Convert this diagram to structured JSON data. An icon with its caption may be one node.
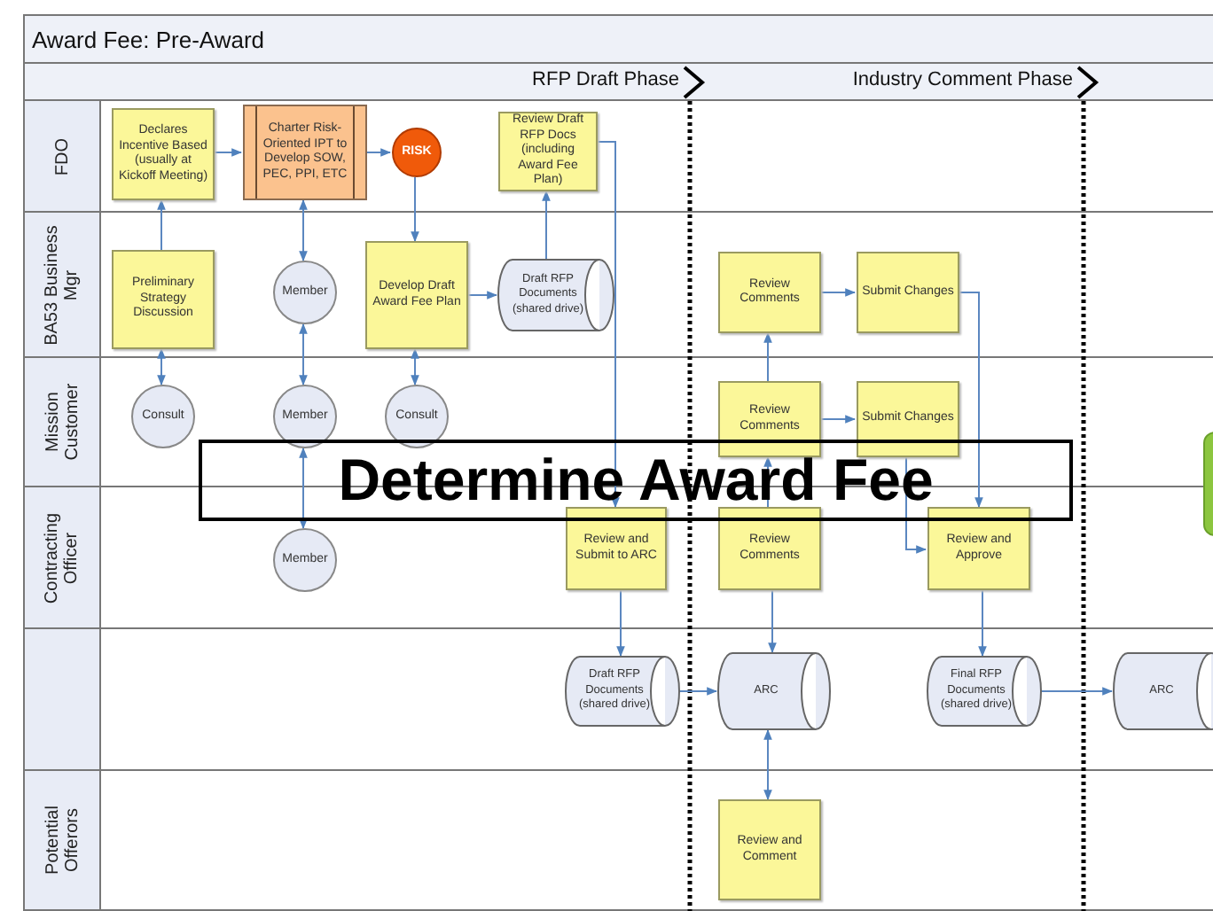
{
  "diagram": {
    "title": "Award Fee: Pre-Award",
    "nodes": [
      {
        "text": [
          "FDO"
        ]
      },
      {
        "text": [
          "Declares Incentive Based (usually at Kickoff Meeting)"
        ],
        "in": 0
      },
      {
        "text": [
          "Charter Risk-Oriented IPT to Develop SOW, PEC, PPI, ETC"
        ],
        "in": 0
      },
      {
        "text": [
          "RISK"
        ],
        "in": 0
      },
      {
        "text": [
          "Review Draft RFP Docs (including Award Fee Plan)"
        ],
        "in": 0
      },
      {
        "text": [
          "BA53 Business Mgr"
        ]
      },
      {
        "text": [
          "Preliminary Strategy Discussion"
        ],
        "in": 5
      },
      {
        "text": [
          "Member"
        ],
        "in": 5
      },
      {
        "text": [
          "Develop Draft Award Fee Plan"
        ],
        "in": 5
      },
      {
        "text": [
          "Draft RFP Documents (shared drive)"
        ],
        "in": 5
      },
      {
        "text": [
          "Review Comments"
        ],
        "in": 5
      },
      {
        "text": [
          "Submit Changes"
        ],
        "in": 5
      },
      {
        "text": [
          "Mission Customer"
        ]
      },
      {
        "text": [
          "Consult"
        ],
        "in": 12
      },
      {
        "text": [
          "Member"
        ],
        "in": 12
      },
      {
        "text": [
          "Consult"
        ],
        "in": 12
      },
      {
        "text": [
          "Review Comments"
        ],
        "in": 12
      },
      {
        "text": [
          "Submit Changes"
        ],
        "in": 12
      },
      {
        "text": [
          "Contracting Officer"
        ]
      },
      {
        "text": [
          "Member"
        ],
        "in": 18
      },
      {
        "text": [
          "Review and Submit to ARC"
        ],
        "in": 18
      },
      {
        "text": [
          "Review Comments"
        ],
        "in": 18
      },
      {
        "text": [
          "Review and Approve"
        ],
        "in": 18
      },
      {
        "text": [],
        "shape": "band"
      },
      {
        "text": [
          "Draft RFP Documents (shared drive)"
        ],
        "in": 23
      },
      {
        "text": [
          "ARC"
        ],
        "in": 23
      },
      {
        "text": [
          "Final RFP Documents (shared drive)"
        ],
        "in": 23
      },
      {
        "text": [
          "ARC"
        ],
        "in": 23
      },
      {
        "text": [
          "Potential Offerors"
        ]
      },
      {
        "text": [
          "Review and Comment"
        ],
        "in": 28
      }
    ],
    "edges": [
      {
        "from": 6,
        "to": 1,
        "arrow": "to"
      },
      {
        "from": 1,
        "to": 2,
        "arrow": "to"
      },
      {
        "from": 2,
        "to": 3,
        "arrow": "to"
      },
      {
        "from": 2,
        "to": 7,
        "arrow": "both"
      },
      {
        "from": 3,
        "to": 8,
        "arrow": "to"
      },
      {
        "from": 8,
        "to": 9,
        "arrow": "to"
      },
      {
        "from": 9,
        "to": 4,
        "arrow": "to"
      },
      {
        "from": 4,
        "to": 20,
        "arrow": "to"
      },
      {
        "from": 6,
        "to": 13,
        "arrow": "both"
      },
      {
        "from": 7,
        "to": 14,
        "arrow": "both"
      },
      {
        "from": 8,
        "to": 15,
        "arrow": "both"
      },
      {
        "from": 14,
        "to": 19,
        "arrow": "both"
      },
      {
        "from": 20,
        "to": 24,
        "arrow": "to"
      },
      {
        "from": 24,
        "to": 25,
        "arrow": "to"
      },
      {
        "from": 25,
        "to": 29,
        "arrow": "both"
      },
      {
        "from": 21,
        "to": 25,
        "arrow": "to"
      },
      {
        "from": 21,
        "to": 16,
        "arrow": "to"
      },
      {
        "from": 16,
        "to": 10,
        "arrow": "to"
      },
      {
        "from": 10,
        "to": 11,
        "arrow": "to"
      },
      {
        "from": 11,
        "to": 22,
        "arrow": "to"
      },
      {
        "from": 16,
        "to": 17,
        "arrow": "to"
      },
      {
        "from": 17,
        "to": 22,
        "arrow": "to"
      },
      {
        "from": 22,
        "to": 26,
        "arrow": "to"
      },
      {
        "from": 26,
        "to": 27,
        "arrow": "to"
      }
    ],
    "labels": [
      "RFP Draft Phase",
      "Industry Comment Phase",
      "Determine Award Fee"
    ]
  }
}
